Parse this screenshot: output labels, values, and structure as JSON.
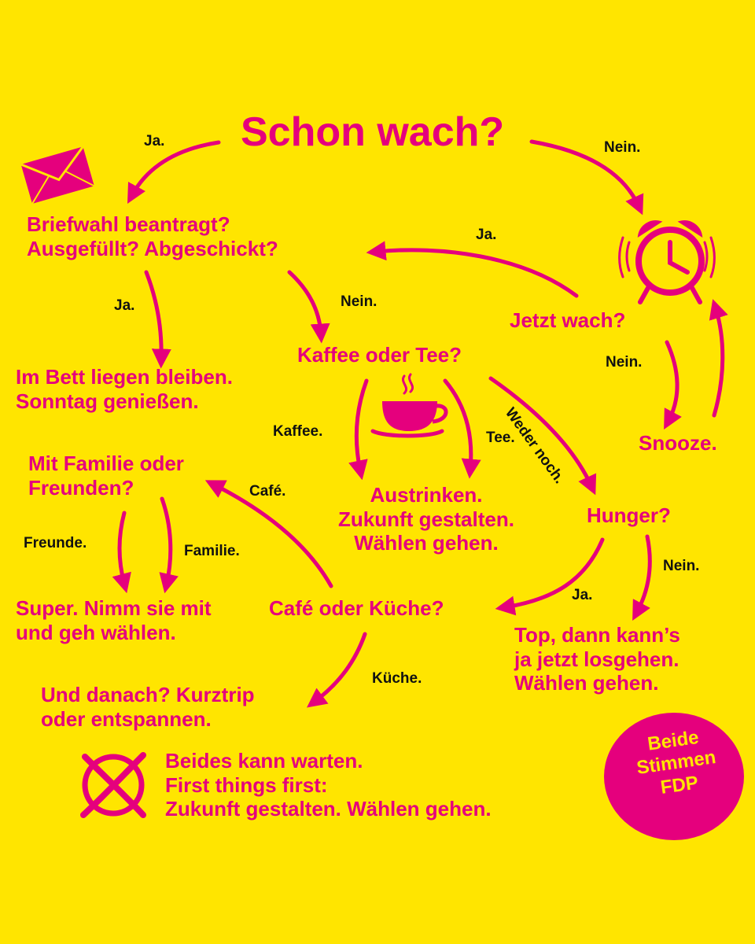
{
  "colors": {
    "background": "#FFE500",
    "accent": "#E5007D",
    "label_text": "#111111",
    "badge_text": "#FFE500"
  },
  "title": "Schon wach?",
  "nodes": {
    "briefwahl": [
      "Briefwahl beantragt?",
      "Ausgefüllt? Abgeschickt?"
    ],
    "bett": [
      "Im Bett liegen bleiben.",
      "Sonntag genießen."
    ],
    "kaffee_tee": "Kaffee oder Tee?",
    "jetzt_wach": "Jetzt wach?",
    "snooze": "Snooze.",
    "familie_freunde": [
      "Mit Familie oder",
      "Freunden?"
    ],
    "austrinken": [
      "Austrinken.",
      "Zukunft gestalten.",
      "Wählen gehen."
    ],
    "hunger": "Hunger?",
    "super": [
      "Super. Nimm sie mit",
      "und geh wählen."
    ],
    "cafe_kueche": "Café oder Küche?",
    "top": [
      "Top, dann kann’s",
      "ja jetzt losgehen.",
      "Wählen gehen."
    ],
    "danach": [
      "Und danach? Kurztrip",
      "oder entspannen."
    ],
    "beides": [
      "Beides kann warten.",
      "First things first:",
      "Zukunft gestalten. Wählen gehen."
    ]
  },
  "edge_labels": {
    "ja_briefwahl": "Ja.",
    "nein_alarm": "Nein.",
    "ja_jetzt_wach": "Ja.",
    "ja_bett": "Ja.",
    "nein_kaffee": "Nein.",
    "nein_snooze": "Nein.",
    "weder_noch": "Weder noch.",
    "kaffee": "Kaffee.",
    "tee": "Tee.",
    "cafe": "Café.",
    "freunde": "Freunde.",
    "familie": "Familie.",
    "nein_hunger": "Nein.",
    "ja_hunger": "Ja.",
    "kueche": "Küche."
  },
  "badge": [
    "Beide",
    "Stimmen",
    "FDP"
  ],
  "icons": [
    "envelope-icon",
    "alarm-clock-icon",
    "coffee-cup-icon",
    "ballot-cross-icon"
  ]
}
